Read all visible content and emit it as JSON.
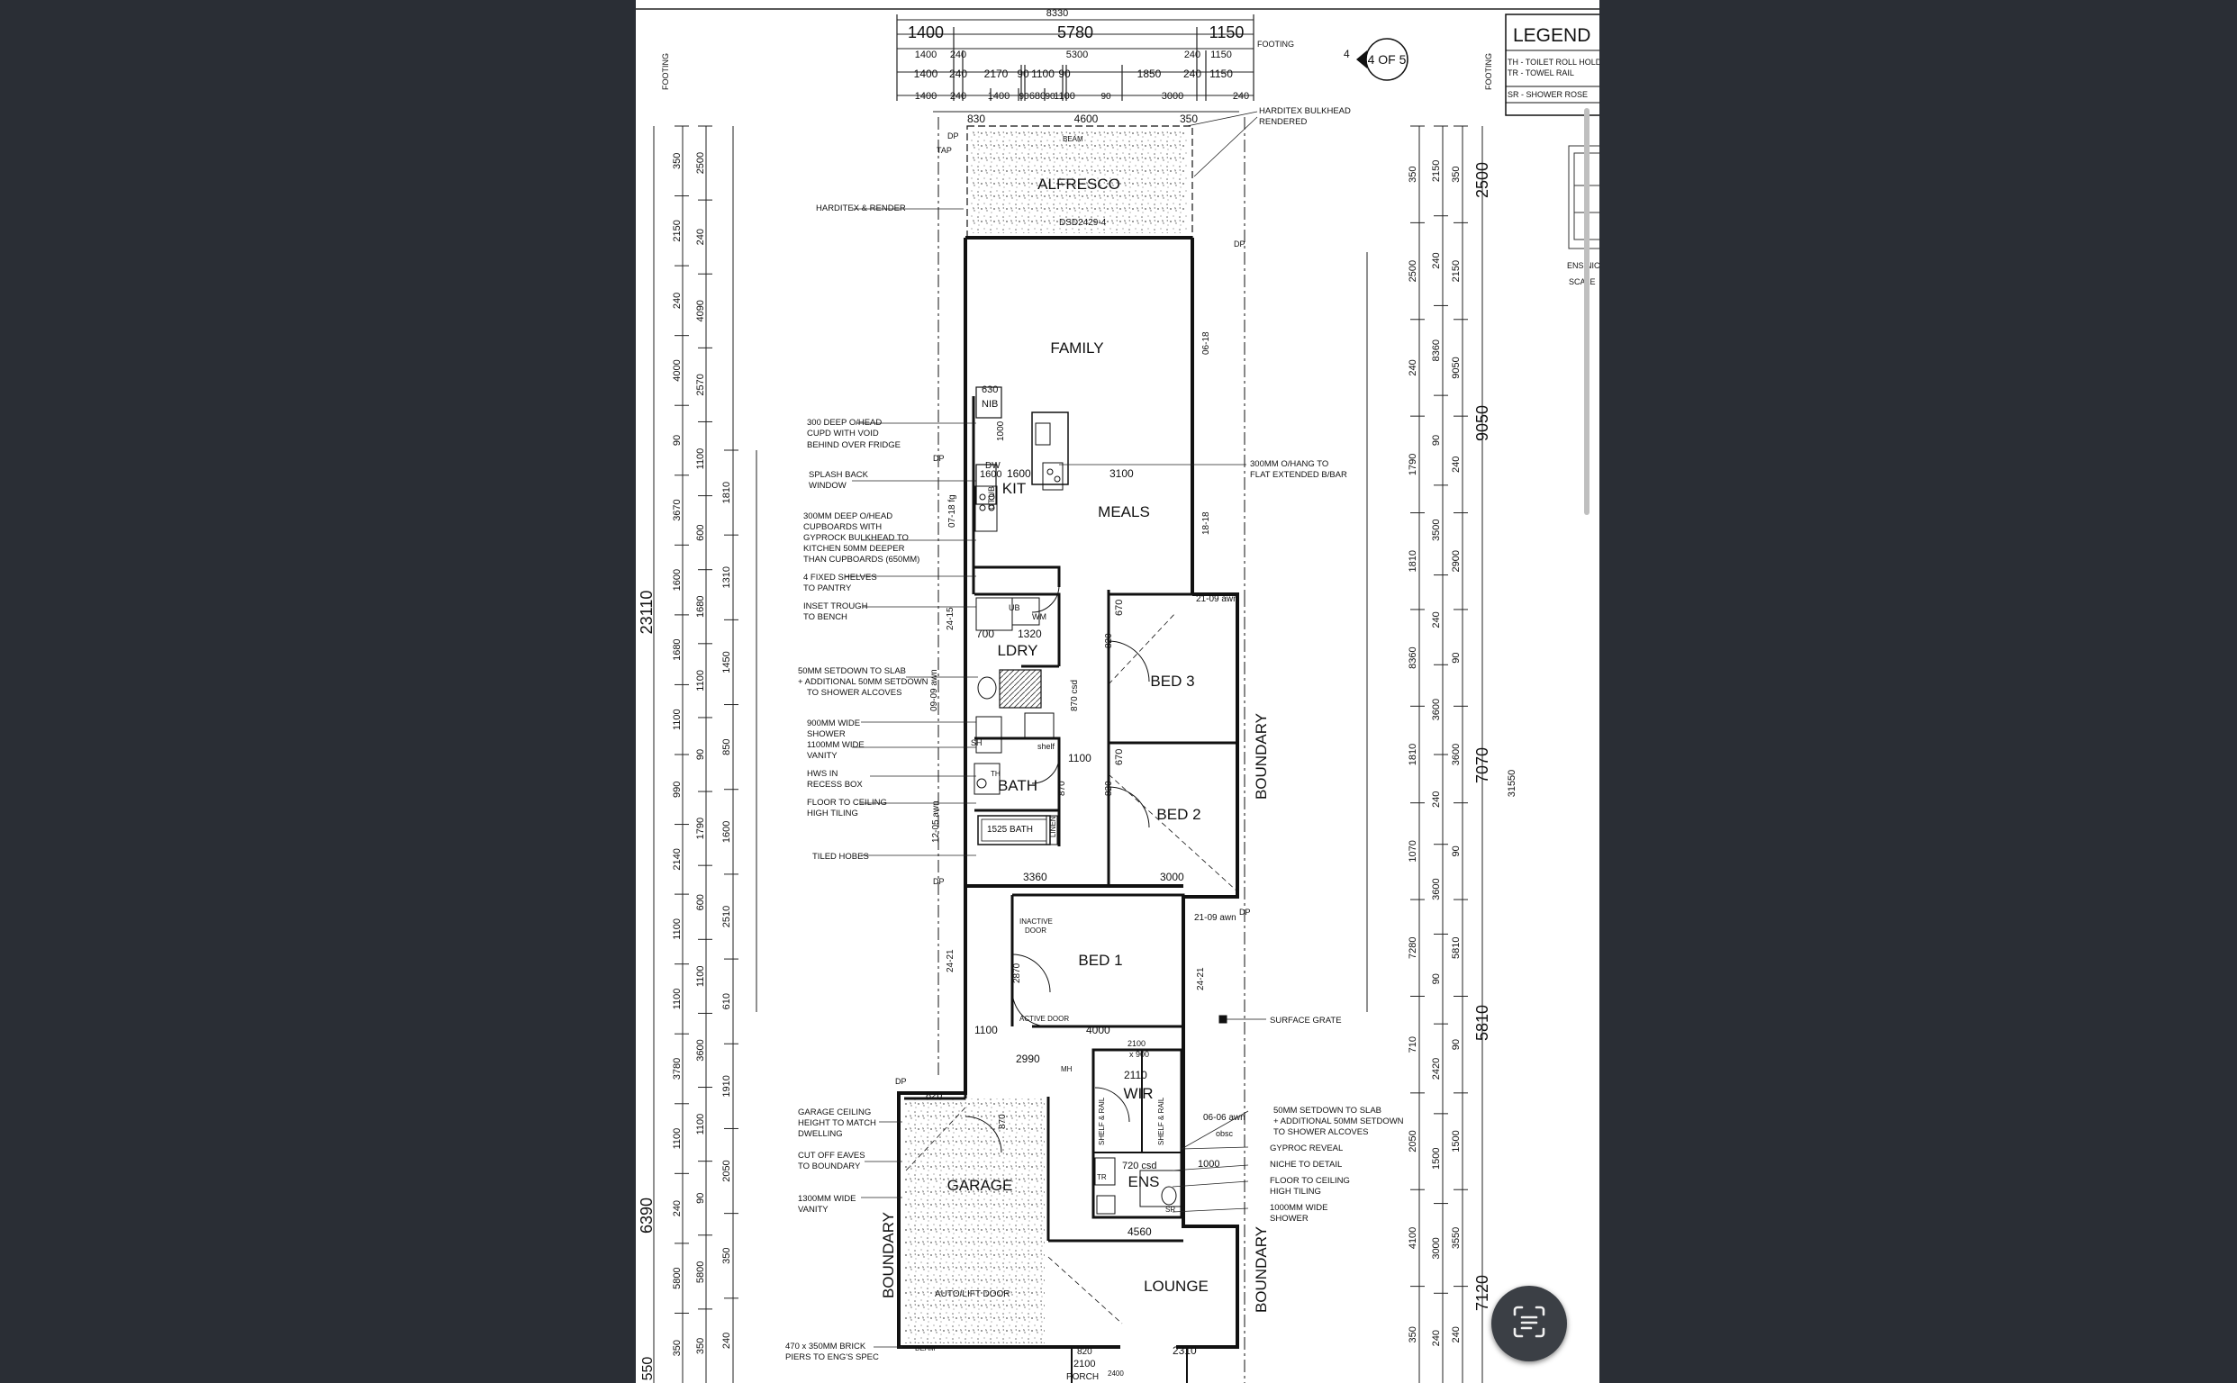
{
  "sheet": {
    "ref": {
      "number": "4",
      "label": "4 OF 5"
    },
    "legend": {
      "title": "LEGEND",
      "items": [
        "TH - TOILET ROLL HOLDER",
        "TR - TOWEL RAIL",
        "SR - SHOWER ROSE"
      ],
      "ens_label": "ENS NIC",
      "scale_label": "SCALE"
    }
  },
  "dims_top": {
    "overall": "8330",
    "row1": [
      "1400",
      "5780",
      "1150"
    ],
    "row2": [
      "1400",
      "240",
      "5300",
      "240",
      "1150"
    ],
    "row3": [
      "1400",
      "240",
      "2170",
      "90",
      "1100",
      "90",
      "1850",
      "240",
      "1150"
    ],
    "row4": [
      "1400",
      "240",
      "1400",
      "90",
      "680",
      "90",
      "1100",
      "90",
      "3000",
      "240"
    ],
    "row5": [
      "830",
      "4600",
      "350"
    ],
    "footing": "FOOTING"
  },
  "dims_left": {
    "footing": "FOOTING",
    "overall": "23110",
    "overall_low": "6390",
    "col_a": [
      "350",
      "2150",
      "240",
      "4000",
      "90",
      "3670",
      "1600",
      "1680",
      "1100",
      "990",
      "2140",
      "1100",
      "1100",
      "3780",
      "1100",
      "240",
      "5800",
      "350"
    ],
    "col_b": [
      "2500",
      "240",
      "4090",
      "2570",
      "1100",
      "600",
      "1680",
      "1100",
      "90",
      "1790",
      "600",
      "1100",
      "3600",
      "1100",
      "90",
      "5800",
      "350"
    ],
    "col_c": [
      "1810",
      "1310",
      "1450",
      "850",
      "1600",
      "2510",
      "610",
      "1910",
      "2050",
      "350",
      "240"
    ],
    "bottom_cut": "550"
  },
  "dims_right": {
    "footing": "FOOTING",
    "overall": "31550",
    "big": [
      "2500",
      "9050",
      "7070",
      "5810",
      "7120"
    ],
    "col_a": [
      "350",
      "2500",
      "240",
      "1790",
      "1810",
      "8360",
      "1810",
      "1070",
      "7280",
      "710",
      "2050",
      "4100",
      "350"
    ],
    "col_b": [
      "2150",
      "240",
      "8360",
      "90",
      "3500",
      "240",
      "3600",
      "240",
      "3600",
      "90",
      "2420",
      "1500",
      "3000",
      "240"
    ],
    "col_c": [
      "350",
      "2150",
      "9050",
      "240",
      "2900",
      "90",
      "3600",
      "90",
      "5810",
      "90",
      "1500",
      "3550",
      "240"
    ]
  },
  "rooms": {
    "alfresco": "ALFRESCO",
    "family": "FAMILY",
    "kit": "KIT",
    "meals": "MEALS",
    "ldry": "LDRY",
    "bed3": "BED 3",
    "bath": "BATH",
    "bed2": "BED 2",
    "bed1": "BED 1",
    "wir": "WIR",
    "ens": "ENS",
    "garage": "GARAGE",
    "lounge": "LOUNGE",
    "porch": "PORCH",
    "boundary": "BOUNDARY"
  },
  "notes_left": [
    "HARDITEX & RENDER",
    "300 DEEP O/HEAD",
    "CUPD WITH VOID",
    "BEHIND OVER FRIDGE",
    "SPLASH BACK",
    "WINDOW",
    "300MM DEEP O/HEAD",
    "CUPBOARDS WITH",
    "GYPROCK BULKHEAD TO",
    "KITCHEN 50MM DEEPER",
    "THAN CUPBOARDS (650MM)",
    "4 FIXED SHELVES",
    "TO PANTRY",
    "INSET TROUGH",
    "TO BENCH",
    "50MM SETDOWN TO SLAB",
    "+ ADDITIONAL 50MM SETDOWN",
    "TO SHOWER ALCOVES",
    "900MM WIDE",
    "SHOWER",
    "1100MM WIDE",
    "VANITY",
    "HWS IN",
    "RECESS BOX",
    "FLOOR TO CEILING",
    "HIGH TILING",
    "TILED HOBES",
    "GARAGE CEILING",
    "HEIGHT TO MATCH",
    "DWELLING",
    "CUT OFF EAVES",
    "TO BOUNDARY",
    "1300MM WIDE",
    "VANITY",
    "470 x 350MM BRICK",
    "PIERS TO ENG'S SPEC"
  ],
  "notes_right": [
    "HARDITEX BULKHEAD",
    "RENDERED",
    "300MM O/HANG TO",
    "FLAT EXTENDED B/BAR",
    "SURFACE GRATE",
    "50MM SETDOWN TO SLAB",
    "+ ADDITIONAL 50MM SETDOWN",
    "TO SHOWER ALCOVES",
    "GYPROC REVEAL",
    "NICHE TO DETAIL",
    "FLOOR TO CEILING",
    "HIGH TILING",
    "1000MM WIDE",
    "SHOWER"
  ],
  "inner_labels": {
    "beam": "BEAM",
    "beam2": "BEAM",
    "dsd": "DSD2429-4",
    "dp": "DP",
    "tap": "TAP",
    "nib": "NIB",
    "n630": "630",
    "n1000": "1000",
    "dw": "DW",
    "n1600a": "1600",
    "n1600b": "1600",
    "n3100": "3100",
    "ctub": "CT.UB",
    "wm": "WM",
    "ub": "UB",
    "n700": "700",
    "n1320": "1320",
    "n670a": "670",
    "n820a": "820",
    "n870csd": "870 csd",
    "awn1": "21-09 awn",
    "sh": "SH",
    "shelf": "shelf",
    "n1100": "1100",
    "n670b": "670",
    "n820b": "820",
    "n870": "870",
    "bath1525": "1525 BATH",
    "linen": "LINEN",
    "n3360": "3360",
    "n3000": "3000",
    "awn2": "21-09 awn",
    "inactive1": "INACTIVE",
    "inactive2": "DOOR",
    "n2870": "2870",
    "active": "ACTIVE DOOR",
    "n1100b": "1100",
    "n4000": "4000",
    "n2990": "2990",
    "n2100x900": "2100",
    "x900": "x 900",
    "mh": "MH",
    "n2110": "2110",
    "n820c": "820",
    "n870b": "870",
    "shelf_rail": "SHELF & RAIL",
    "awn3": "06-06 awn",
    "obsc": "obsc",
    "n720csd": "720 csd",
    "n1000b": "1000",
    "n4560": "4560",
    "autolift": "AUTO/LIFT DOOR",
    "n820d": "820",
    "n2100": "2100",
    "n2310": "2310",
    "n2400": "2400",
    "awn4": "24-15",
    "awn5": "24-21",
    "awn6": "24-21",
    "awn7": "09-09 awn",
    "awn8": "12-05 awn",
    "awn9": "07-18 fg",
    "awn10": "06-18",
    "awn11": "18-18",
    "tr": "TR",
    "th": "TH",
    "sr": "SR"
  },
  "ui": {
    "lens_icon": "lens-icon"
  }
}
